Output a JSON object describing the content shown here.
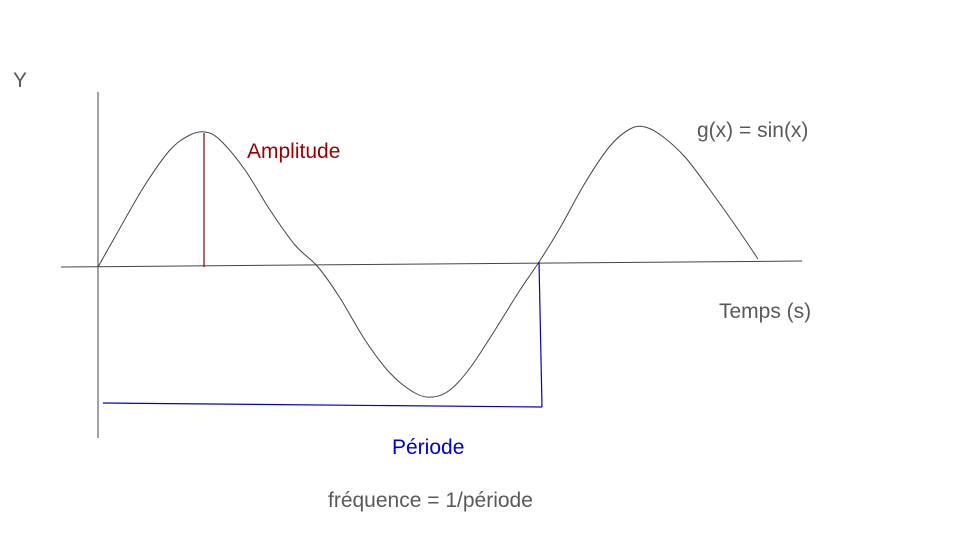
{
  "labels": {
    "y_axis": "Y",
    "function": "g(x) = sin(x)",
    "amplitude": "Amplitude",
    "time_axis": "Temps (s)",
    "period": "Période",
    "frequency": "fréquence = 1/période"
  },
  "colors": {
    "curve": "#444444",
    "axes": "#444444",
    "text": "#595959",
    "amplitude": "#7f0000",
    "amplitude_text": "#990000",
    "period": "#0000cc"
  }
}
